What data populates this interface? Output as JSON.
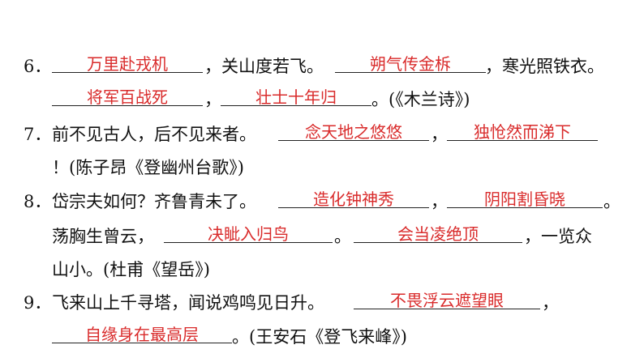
{
  "q6": {
    "num": "6．",
    "a1": "万里赴戎机",
    "t1": "，关山度若飞。",
    "a2": "朔气传金柝",
    "t2": "，寒光照铁衣。",
    "a3": "将军百战死",
    "t3": "，",
    "a4": "壮士十年归",
    "t4": "。(《木兰诗》)"
  },
  "q7": {
    "num": "7．",
    "t1": "前不见古人，后不见来者。",
    "a1": "念天地之悠悠",
    "t2": "，",
    "a2": "独怆然而涕下",
    "t3": "！(陈子昂《登幽州台歌》)"
  },
  "q8": {
    "num": "8．",
    "t1": "岱宗夫如何？齐鲁青未了。",
    "a1": "造化钟神秀",
    "t2": "，",
    "a2": "阴阳割昏晓",
    "t3": "。",
    "t4": "荡胸生曾云，",
    "a3": "决眦入归鸟",
    "t5": "。",
    "a4": "会当凌绝顶",
    "t6": "，一览众",
    "t7": "山小。(杜甫《望岳》)"
  },
  "q9": {
    "num": "9．",
    "t1": "飞来山上千寻塔，闻说鸡鸣见日升。",
    "a1": "不畏浮云遮望眼",
    "t2": "，",
    "a2": "自缘身在最高层",
    "t3": "。(王安石《登飞来峰》)"
  },
  "colors": {
    "answer": "#d92b2b",
    "text": "#111111"
  }
}
